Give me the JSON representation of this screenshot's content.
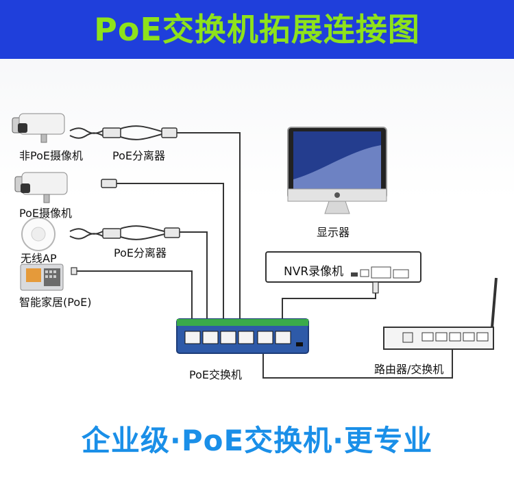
{
  "title": "PoE交换机拓展连接图",
  "slogan": "企业级·PoE交换机·更专业",
  "labels": {
    "non_poe_camera": "非PoE摄像机",
    "poe_splitter_1": "PoE分离器",
    "poe_camera": "PoE摄像机",
    "wireless_ap": "无线AP",
    "poe_splitter_2": "PoE分离器",
    "smart_home": "智能家居(PoE)",
    "monitor": "显示器",
    "nvr": "NVR录像机",
    "poe_switch": "PoE交换机",
    "router": "路由器/交换机"
  },
  "colors": {
    "banner": "#1f3fdb",
    "title_text": "#8ee21b",
    "slogan_text": "#1a8fe8",
    "switch_body": "#2e5aa8",
    "switch_top_strip": "#3aaa4a",
    "cable": "#333333"
  }
}
